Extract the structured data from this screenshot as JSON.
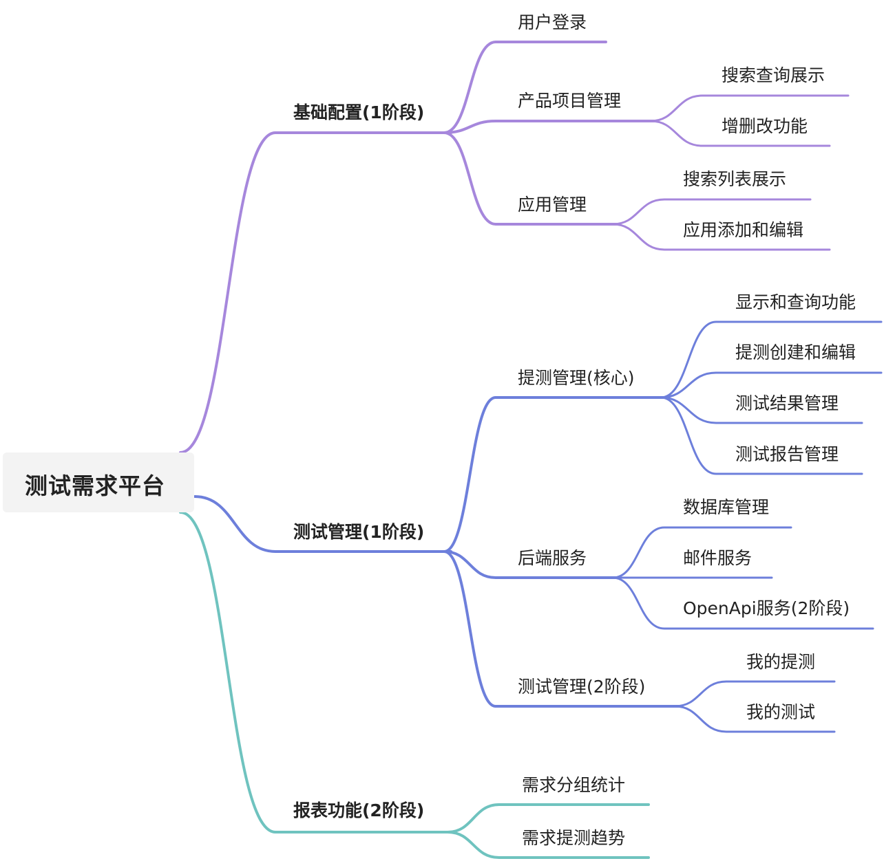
{
  "root": {
    "label": "测试需求平台"
  },
  "branches": [
    {
      "key": "b1",
      "label": "基础配置(1阶段)",
      "color": "#a687dc",
      "children": [
        {
          "key": "b1c1",
          "label": "用户登录",
          "children": []
        },
        {
          "key": "b1c2",
          "label": "产品项目管理",
          "children": [
            {
              "key": "b1c2a",
              "label": "搜索查询展示"
            },
            {
              "key": "b1c2b",
              "label": "增删改功能"
            }
          ]
        },
        {
          "key": "b1c3",
          "label": "应用管理",
          "children": [
            {
              "key": "b1c3a",
              "label": "搜索列表展示"
            },
            {
              "key": "b1c3b",
              "label": "应用添加和编辑"
            }
          ]
        }
      ]
    },
    {
      "key": "b2",
      "label": "测试管理(1阶段)",
      "color": "#6d7fdb",
      "children": [
        {
          "key": "b2c1",
          "label": "提测管理(核心)",
          "children": [
            {
              "key": "b2c1a",
              "label": "显示和查询功能"
            },
            {
              "key": "b2c1b",
              "label": "提测创建和编辑"
            },
            {
              "key": "b2c1c",
              "label": "测试结果管理"
            },
            {
              "key": "b2c1d",
              "label": "测试报告管理"
            }
          ]
        },
        {
          "key": "b2c2",
          "label": "后端服务",
          "children": [
            {
              "key": "b2c2a",
              "label": "数据库管理"
            },
            {
              "key": "b2c2b",
              "label": "邮件服务"
            },
            {
              "key": "b2c2c",
              "label": "OpenApi服务(2阶段)"
            }
          ]
        },
        {
          "key": "b2c3",
          "label": "测试管理(2阶段)",
          "children": [
            {
              "key": "b2c3a",
              "label": "我的提测"
            },
            {
              "key": "b2c3b",
              "label": "我的测试"
            }
          ]
        }
      ]
    },
    {
      "key": "b3",
      "label": "报表功能(2阶段)",
      "color": "#6fc3bf",
      "children": [
        {
          "key": "b3c1",
          "label": "需求分组统计",
          "children": []
        },
        {
          "key": "b3c2",
          "label": "需求提测趋势",
          "children": []
        }
      ]
    }
  ]
}
